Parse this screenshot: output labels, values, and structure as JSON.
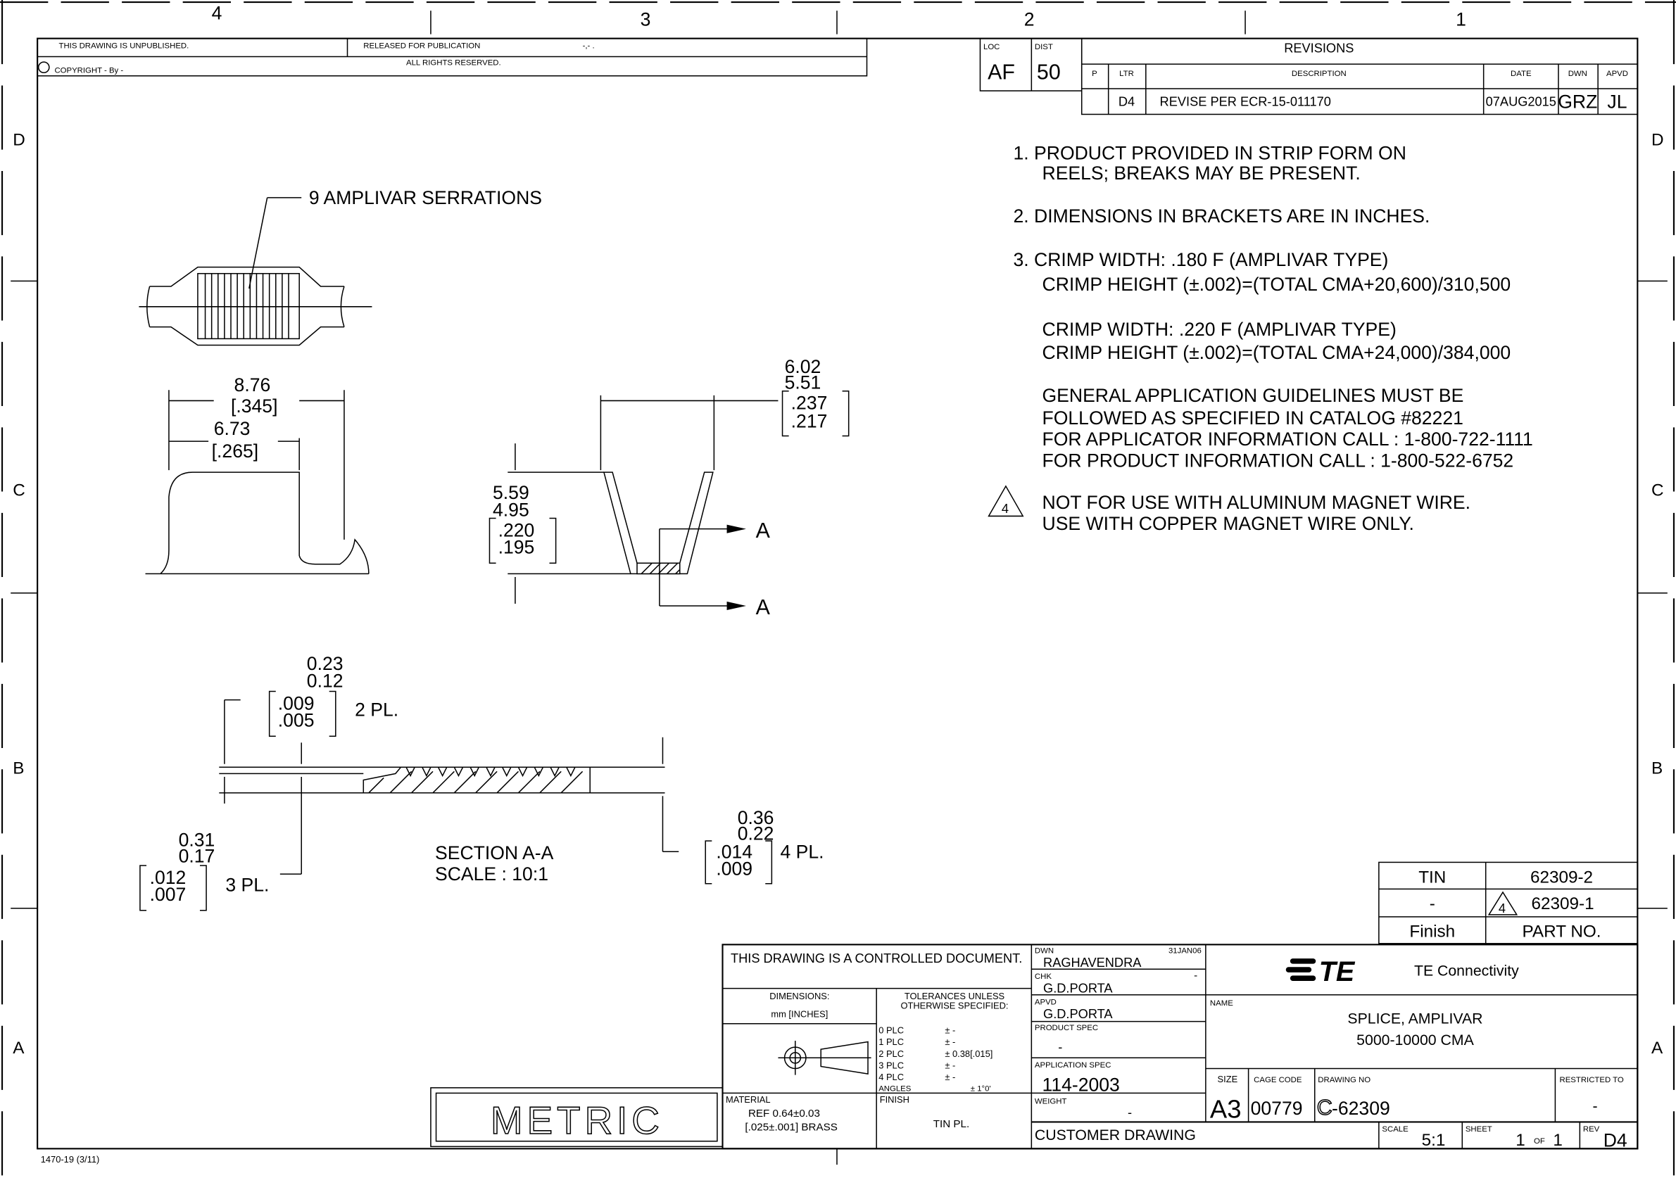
{
  "frame": {
    "zones_top": [
      "4",
      "3",
      "2",
      "1"
    ],
    "zones_side": [
      "D",
      "C",
      "B",
      "A"
    ],
    "form_code": "1470-19  (3/11)"
  },
  "header": {
    "unpublished": "THIS DRAWING IS UNPUBLISHED.",
    "released": "RELEASED FOR PUBLICATION",
    "released_value": "-,-   .",
    "copyright": "COPYRIGHT  -      By  -",
    "rights": "ALL RIGHTS RESERVED."
  },
  "loc_dist": {
    "loc_label": "LOC",
    "loc": "AF",
    "dist_label": "DIST",
    "dist": "50"
  },
  "revisions": {
    "title": "REVISIONS",
    "headers": [
      "P",
      "LTR",
      "DESCRIPTION",
      "DATE",
      "DWN",
      "APVD"
    ],
    "rows": [
      {
        "p": "",
        "ltr": "D4",
        "description": "REVISE PER ECR-15-011170",
        "date": "07AUG2015",
        "dwn": "GRZ",
        "apvd": "JL"
      }
    ]
  },
  "notes": [
    "1. PRODUCT PROVIDED IN STRIP FORM ON",
    "REELS; BREAKS MAY BE PRESENT.",
    "2. DIMENSIONS IN BRACKETS ARE IN INCHES.",
    "3. CRIMP WIDTH: .180 F (AMPLIVAR TYPE)",
    "CRIMP HEIGHT (±.002)=(TOTAL CMA+20,600)/310,500",
    "CRIMP WIDTH: .220 F (AMPLIVAR TYPE)",
    "CRIMP HEIGHT (±.002)=(TOTAL CMA+24,000)/384,000",
    "GENERAL APPLICATION GUIDELINES MUST BE",
    "FOLLOWED AS SPECIFIED IN CATALOG #82221",
    "FOR APPLICATOR INFORMATION CALL : 1-800-722-1111",
    "FOR PRODUCT INFORMATION CALL : 1-800-522-6752",
    "NOT FOR USE WITH ALUMINUM MAGNET WIRE.",
    "USE WITH COPPER MAGNET WIRE ONLY."
  ],
  "note_flag": "4",
  "views": {
    "serrations_label": "9 AMPLIVAR SERRATIONS",
    "side": {
      "d1": "8.76",
      "d1i": "[.345]",
      "d2": "6.73",
      "d2i": "[.265]"
    },
    "end": {
      "w1": "6.02",
      "w2": "5.51",
      "wi1": ".237",
      "wi2": ".217",
      "h1": "5.59",
      "h2": "4.95",
      "hi1": ".220",
      "hi2": ".195",
      "section": "A"
    },
    "section": {
      "t1": "0.23",
      "t2": "0.12",
      "ti1": ".009",
      "ti2": ".005",
      "t_pl": "2 PL.",
      "b1": "0.31",
      "b2": "0.17",
      "bi1": ".012",
      "bi2": ".007",
      "b_pl": "3 PL.",
      "r1": "0.36",
      "r2": "0.22",
      "ri1": ".014",
      "ri2": ".009",
      "r_pl": "4 PL.",
      "title": "SECTION  A-A",
      "scale": "SCALE : 10:1"
    }
  },
  "tin_table": {
    "rows": [
      [
        "TIN",
        "62309-2"
      ],
      [
        "-",
        "62309-1"
      ],
      [
        "Finish",
        "PART NO."
      ]
    ],
    "flag": "4"
  },
  "title_block": {
    "controlled": "THIS DRAWING IS A CONTROLLED DOCUMENT.",
    "dimensions_label": "DIMENSIONS:",
    "dimensions_value": "mm [INCHES]",
    "tolerances_label1": "TOLERANCES UNLESS",
    "tolerances_label2": "OTHERWISE SPECIFIED:",
    "tolerances": [
      [
        "0 PLC",
        "± -"
      ],
      [
        "1 PLC",
        "± -"
      ],
      [
        "2 PLC",
        "± 0.38[.015]"
      ],
      [
        "3 PLC",
        "± -"
      ],
      [
        "4 PLC",
        "± -"
      ],
      [
        "ANGLES",
        "± 1°0'"
      ]
    ],
    "material_label": "MATERIAL",
    "material1": "REF 0.64±0.03",
    "material2": "[.025±.001] BRASS",
    "finish_label": "FINISH",
    "finish": "TIN PL.",
    "metric": "METRIC",
    "dwn_label": "DWN",
    "dwn": "RAGHAVENDRA",
    "dwn_date": "31JAN06",
    "chk_label": "CHK",
    "chk": "G.D.PORTA",
    "chk_date": "-",
    "apvd_label": "APVD",
    "apvd": "G.D.PORTA",
    "product_spec_label": "PRODUCT SPEC",
    "product_spec": "-",
    "application_spec_label": "APPLICATION SPEC",
    "application_spec": "114-2003",
    "weight_label": "WEIGHT",
    "weight": "-",
    "customer_drawing": "CUSTOMER DRAWING",
    "logo": "TE",
    "company": "TE Connectivity",
    "name_label": "NAME",
    "name1": "SPLICE, AMPLIVAR",
    "name2": "5000-10000 CMA",
    "size_label": "SIZE",
    "size": "A3",
    "cage_label": "CAGE CODE",
    "cage": "00779",
    "drawing_no_label": "DRAWING NO",
    "drawing_prefix": "C",
    "drawing_no": "-62309",
    "restricted_label": "RESTRICTED TO",
    "restricted": "-",
    "scale_label": "SCALE",
    "scale": "5:1",
    "sheet_label": "SHEET",
    "sheet": "1",
    "sheet_of": "OF",
    "sheet_total": "1",
    "rev_label": "REV",
    "rev": "D4"
  }
}
